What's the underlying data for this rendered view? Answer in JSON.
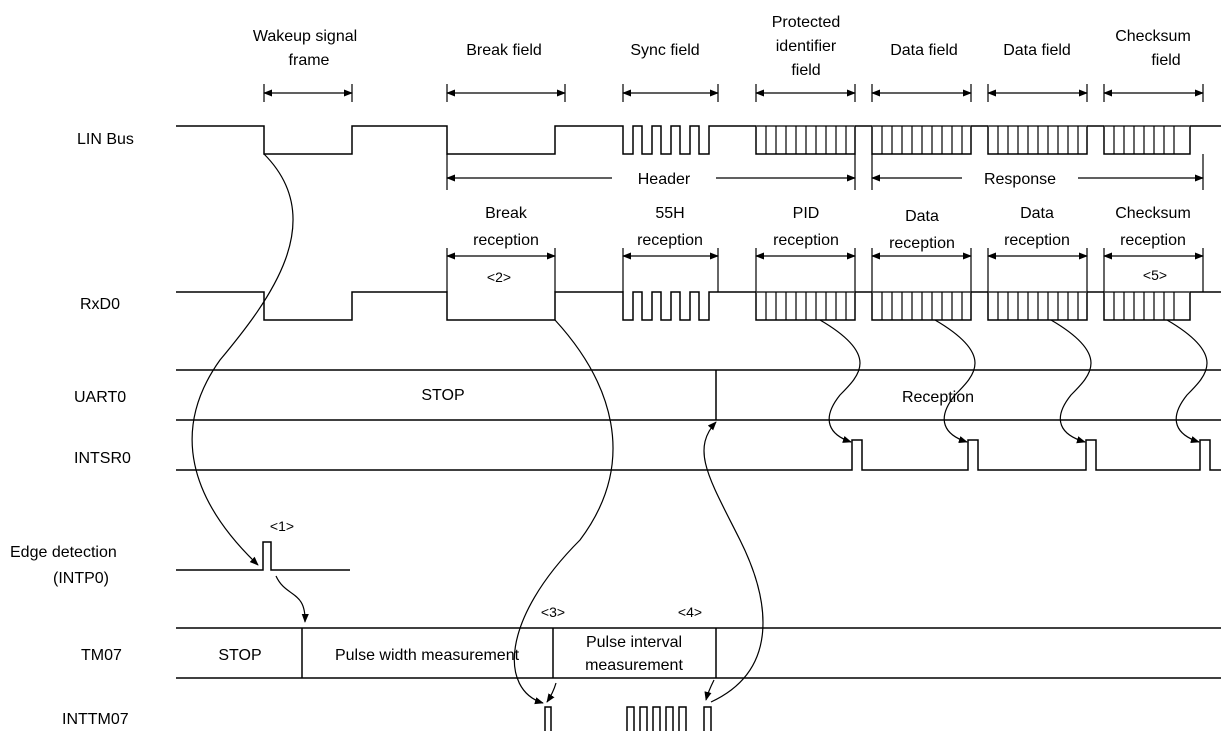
{
  "signals": {
    "lin_bus": "LIN Bus",
    "rxd0": "RxD0",
    "uart0": "UART0",
    "intsr0": "INTSR0",
    "edge_detection_1": "Edge detection",
    "edge_detection_2": "(INTP0)",
    "tm07": "TM07",
    "inttm07": "INTTM07"
  },
  "fields": {
    "wakeup_1": "Wakeup signal",
    "wakeup_2": "frame",
    "break": "Break field",
    "sync": "Sync field",
    "pid_1": "Protected",
    "pid_2": "identifier",
    "pid_3": "field",
    "data_a": "Data field",
    "data_b": "Data field",
    "checksum_1": "Checksum",
    "checksum_2": "field"
  },
  "groups": {
    "header": "Header",
    "response": "Response"
  },
  "receptions": {
    "break_1": "Break",
    "break_2": "reception",
    "h55_1": "55H",
    "h55_2": "reception",
    "pid_1": "PID",
    "pid_2": "reception",
    "data_a_1": "Data",
    "data_a_2": "reception",
    "data_b_1": "Data",
    "data_b_2": "reception",
    "checksum_1": "Checksum",
    "checksum_2": "reception"
  },
  "states": {
    "uart_stop": "STOP",
    "uart_reception": "Reception",
    "tm_stop": "STOP",
    "tm_pulse_width": "Pulse width measurement",
    "tm_pulse_interval_1": "Pulse interval",
    "tm_pulse_interval_2": "measurement"
  },
  "markers": {
    "m1": "<1>",
    "m2": "<2>",
    "m3": "<3>",
    "m4": "<4>",
    "m5": "<5>"
  }
}
